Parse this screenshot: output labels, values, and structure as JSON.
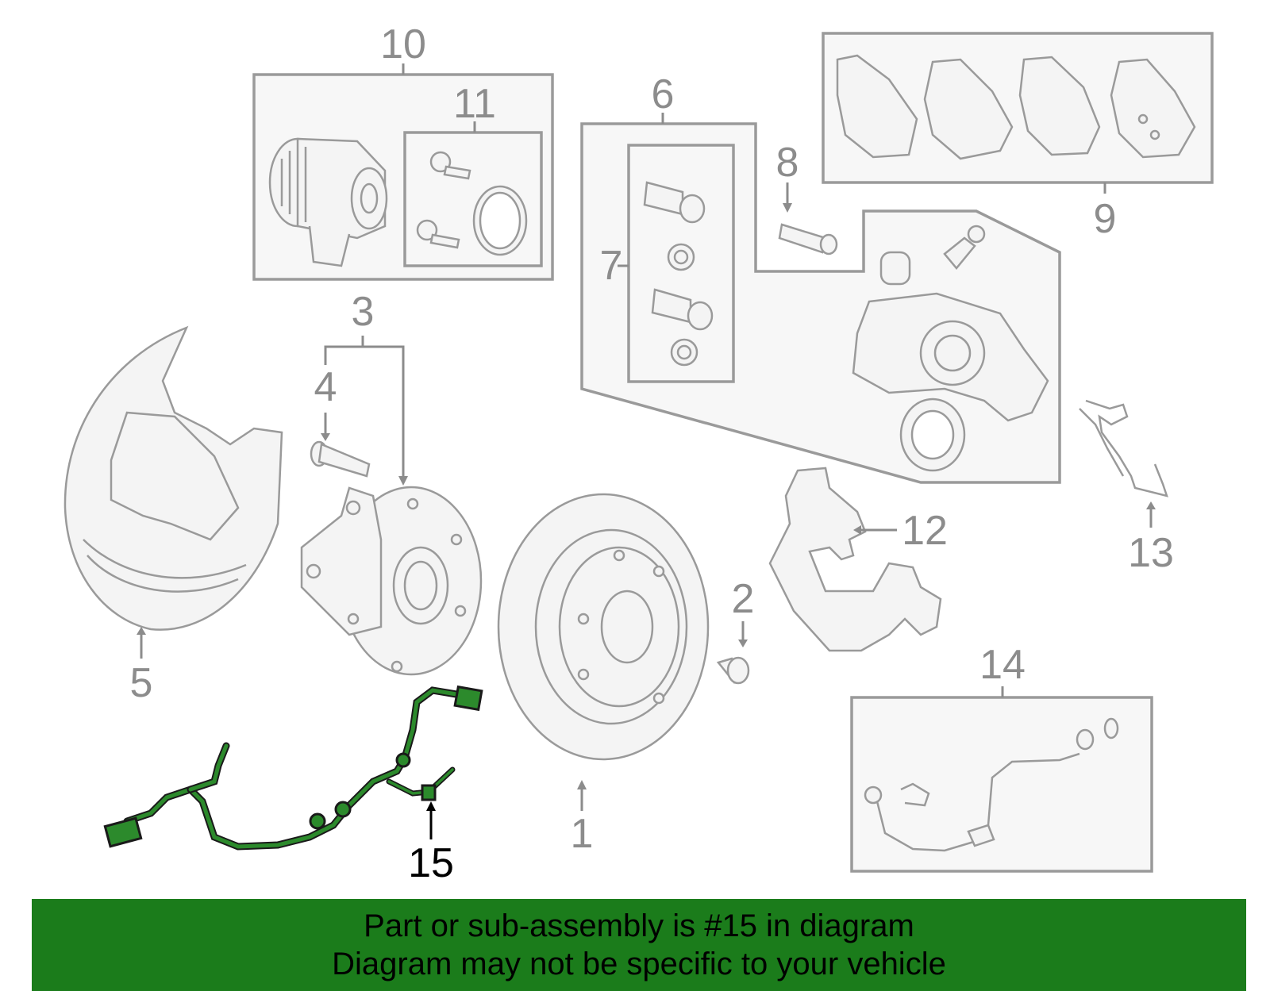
{
  "callouts": {
    "c1": "1",
    "c2": "2",
    "c3": "3",
    "c4": "4",
    "c5": "5",
    "c6": "6",
    "c7": "7",
    "c8": "8",
    "c9": "9",
    "c10": "10",
    "c11": "11",
    "c12": "12",
    "c13": "13",
    "c14": "14",
    "c15": "15"
  },
  "highlight": {
    "part_number": "15",
    "color": "#1f7a1f"
  },
  "banner": {
    "line1": "Part or sub-assembly is #15 in diagram",
    "line2": "Diagram may not be specific to your vehicle",
    "background": "#1b7c1b"
  }
}
